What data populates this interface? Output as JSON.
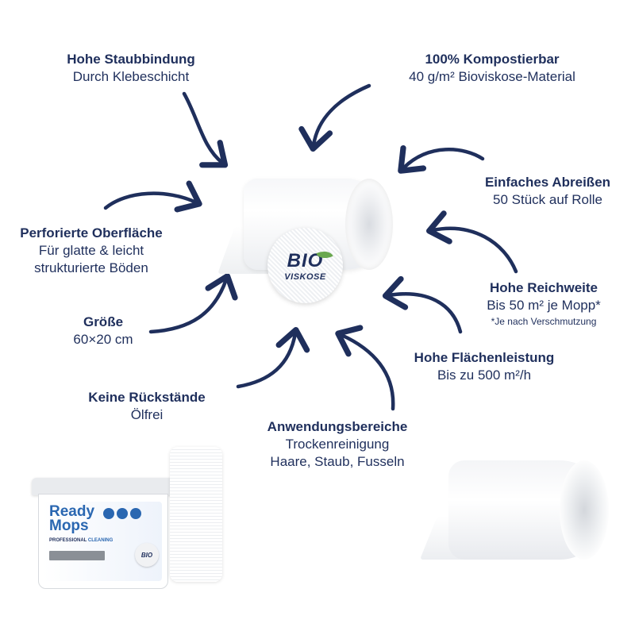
{
  "features": {
    "staubbindung": {
      "title": "Hohe Staubbindung",
      "line1": "Durch Klebeschicht"
    },
    "kompostierbar": {
      "title": "100% Kompostierbar",
      "line1": "40 g/m² Bioviskose-Material"
    },
    "abreissen": {
      "title": "Einfaches Abreißen",
      "line1": "50 Stück auf Rolle"
    },
    "oberflaeche": {
      "title": "Perforierte Oberfläche",
      "line1": "Für glatte & leicht",
      "line2": "strukturierte Böden"
    },
    "reichweite": {
      "title": "Hohe Reichweite",
      "line1": "Bis 50 m² je Mopp*",
      "note": "*Je nach Verschmutzung"
    },
    "groesse": {
      "title": "Größe",
      "line1": "60×20 cm"
    },
    "flaechenleistung": {
      "title": "Hohe Flächenleistung",
      "line1": "Bis zu 500 m²/h"
    },
    "rueckstaende": {
      "title": "Keine Rückstände",
      "line1": "Ölfrei"
    },
    "anwendung": {
      "title": "Anwendungsbereiche",
      "line1": "Trockenreinigung",
      "line2": "Haare, Staub, Fusseln"
    }
  },
  "badge": {
    "bio": "BIO",
    "viskose": "VISKOSE"
  },
  "product": {
    "brand_line1": "Ready",
    "brand_line2": "Mops",
    "professional": "PROFESSIONAL",
    "cleaning": "CLEANING",
    "small_bio": "BIO"
  },
  "colors": {
    "navy": "#1f2f5c",
    "brand_blue": "#2a67b1",
    "leaf_green": "#6aa84f"
  }
}
